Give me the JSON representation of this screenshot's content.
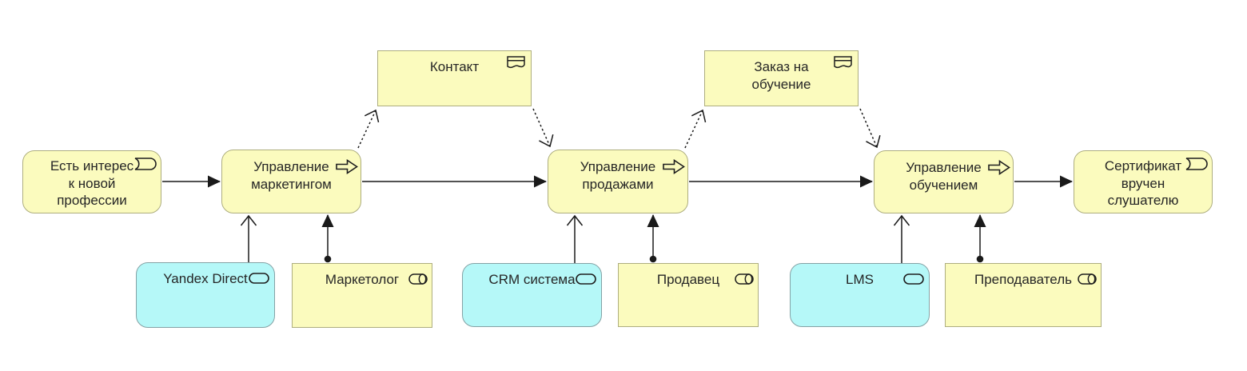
{
  "colors": {
    "background": "#ffffff",
    "business_fill": "#fbfbbe",
    "business_border": "#aeae7f",
    "application_fill": "#b5f8f8",
    "application_border": "#84a2a5",
    "line": "#1a1a1a",
    "text": "#262626"
  },
  "nodes": {
    "interest": {
      "label": "Есть интерес\nк новой\nпрофессии",
      "type": "business-event"
    },
    "marketing": {
      "label": "Управление\nмаркетингом",
      "type": "business-process"
    },
    "contact": {
      "label": "Контакт",
      "type": "business-object"
    },
    "sales": {
      "label": "Управление\nпродажами",
      "type": "business-process"
    },
    "order": {
      "label": "Заказ на\nобучение",
      "type": "business-object"
    },
    "education": {
      "label": "Управление\nобучением",
      "type": "business-process"
    },
    "certificate": {
      "label": "Сертификат\nвручен\nслушателю",
      "type": "business-event"
    },
    "yandex": {
      "label": "Yandex Direct",
      "type": "application-service"
    },
    "marketer": {
      "label": "Маркетолог",
      "type": "business-role"
    },
    "crm": {
      "label": "CRM система",
      "type": "application-service"
    },
    "seller": {
      "label": "Продавец",
      "type": "business-role"
    },
    "lms": {
      "label": "LMS",
      "type": "application-service"
    },
    "teacher": {
      "label": "Преподаватель",
      "type": "business-role"
    }
  },
  "edges": [
    {
      "from": "interest",
      "to": "marketing",
      "type": "triggering"
    },
    {
      "from": "marketing",
      "to": "sales",
      "type": "triggering"
    },
    {
      "from": "sales",
      "to": "education",
      "type": "triggering"
    },
    {
      "from": "education",
      "to": "certificate",
      "type": "triggering"
    },
    {
      "from": "marketing",
      "to": "contact",
      "type": "access"
    },
    {
      "from": "contact",
      "to": "sales",
      "type": "access"
    },
    {
      "from": "sales",
      "to": "order",
      "type": "access"
    },
    {
      "from": "order",
      "to": "education",
      "type": "access"
    },
    {
      "from": "yandex",
      "to": "marketing",
      "type": "serving"
    },
    {
      "from": "marketer",
      "to": "marketing",
      "type": "assignment"
    },
    {
      "from": "crm",
      "to": "sales",
      "type": "serving"
    },
    {
      "from": "seller",
      "to": "sales",
      "type": "assignment"
    },
    {
      "from": "lms",
      "to": "education",
      "type": "serving"
    },
    {
      "from": "teacher",
      "to": "education",
      "type": "assignment"
    }
  ]
}
